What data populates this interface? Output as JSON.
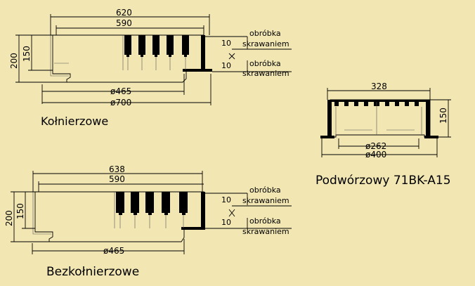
{
  "top_drawing": {
    "title": "Kołnierzowe",
    "dim_620": "620",
    "dim_590": "590",
    "dim_200": "200",
    "dim_150": "150",
    "dia_465": "ø465",
    "dia_700": "ø700",
    "note1_value": "10",
    "note1_text1": "obróbka",
    "note1_text2": "skrawaniem",
    "note2_value": "10",
    "note2_text1": "obróbka",
    "note2_text2": "skrawaniem"
  },
  "bottom_drawing": {
    "title": "Bezkołnierzowe",
    "dim_638": "638",
    "dim_590": "590",
    "dim_200": "200",
    "dim_150": "150",
    "dia_465": "ø465",
    "note1_value": "10",
    "note1_text1": "obróbka",
    "note1_text2": "skrawaniem",
    "note2_value": "10",
    "note2_text1": "obróbka",
    "note2_text2": "skrawaniem"
  },
  "right_drawing": {
    "title": "Podwórzowy 71BK-A15",
    "dim_328": "328",
    "dim_150": "150",
    "dia_262": "ø262",
    "dia_400": "ø400"
  },
  "colors": {
    "background": "#f2e6b3",
    "line": "#000000"
  }
}
